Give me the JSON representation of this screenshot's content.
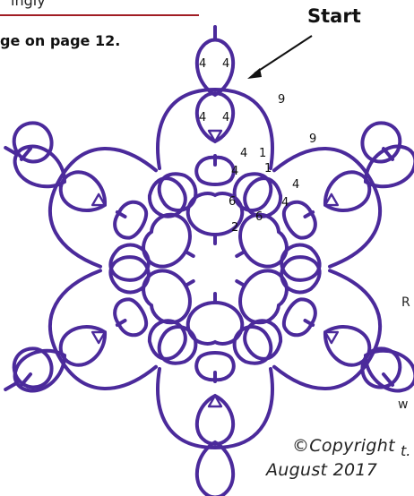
{
  "header": {
    "cut_text": "ingly",
    "reference": "ge on page 12."
  },
  "pattern": {
    "start_label": "Start",
    "stitch_counts": {
      "top_ring_left": "4",
      "top_ring_right": "4",
      "center_ring_left": "4",
      "center_ring_right": "4",
      "chain_outer": "9",
      "chain_right": "9",
      "ring_a_top": "4",
      "ring_a_side": "1",
      "ring_a_bottom": "4",
      "ring_a_side2": "1",
      "ring_b_top": "4",
      "ring_b_bottom": "4",
      "inner_ring_left": "6",
      "inner_ring_right": "6",
      "inner_ring_bottom": "2"
    },
    "line_color": "#4b2a9b"
  },
  "edge_text": {
    "r": "R",
    "w": "w",
    "t": "t."
  },
  "copyright": {
    "line1": "©Copyright",
    "line2": "August 2017"
  }
}
